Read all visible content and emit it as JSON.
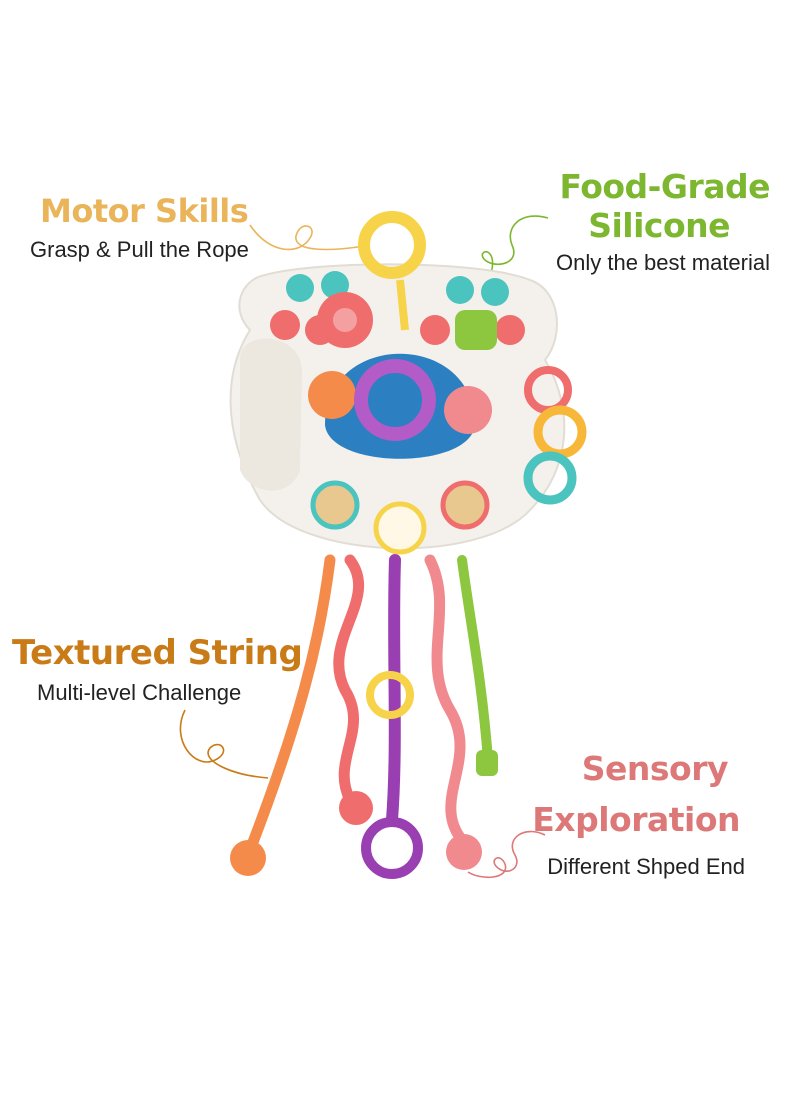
{
  "callouts": {
    "motor_skills": {
      "title": "Motor Skills",
      "subtitle": "Grasp & Pull the Rope",
      "color": "#E9B45A"
    },
    "food_grade": {
      "title_line1": "Food-Grade",
      "title_line2": "Silicone",
      "subtitle": "Only the best material",
      "color": "#7CB72F"
    },
    "textured_string": {
      "title": "Textured String",
      "subtitle": "Multi-level Challenge",
      "color": "#C97B17"
    },
    "sensory": {
      "title_line1": "Sensory",
      "title_line2": "Exploration",
      "subtitle": "Different Shped End",
      "color": "#DD7878"
    }
  },
  "product": {
    "name": "baby-pull-string-sensory-toy",
    "colors": {
      "base": "#F4F1EC",
      "dome": "#2C7FC0",
      "orange": "#F58B4B",
      "coral": "#F06D6D",
      "purple": "#9A3FB2",
      "pink": "#F08A8E",
      "green": "#8DC63F",
      "yellow": "#F7D34A",
      "teal": "#4BC3BF"
    }
  }
}
